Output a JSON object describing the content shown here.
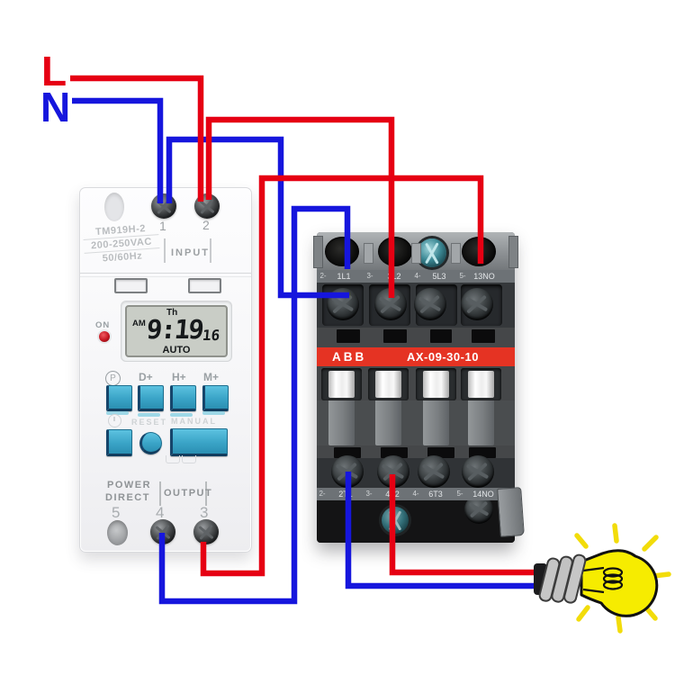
{
  "legend": {
    "live": "L",
    "neutral": "N"
  },
  "colors": {
    "wire_live": "#e60013",
    "wire_neutral": "#1616dd",
    "abb_red": "#e53323",
    "button_cyan": "#3aa4c7",
    "led_red": "#c41520",
    "bulb_yellow": "#f6ec00",
    "ray_yellow": "#f2dc0a"
  },
  "timer": {
    "model": "TM919H-2",
    "voltage": "200-250VAC",
    "frequency": "50/60Hz",
    "input_label": "INPUT",
    "input_terminals": [
      "1",
      "2"
    ],
    "led_label": "ON",
    "lcd": {
      "day": "Th",
      "meridiem": "AM",
      "time": "9:19",
      "seconds": "16",
      "mode": "AUTO"
    },
    "buttons": {
      "program": "P",
      "day_plus": "D+",
      "hour_plus": "H+",
      "minute_plus": "M+",
      "reset": "RESET",
      "manual": "MANUAL"
    },
    "bottom_labels": {
      "power": "POWER",
      "direct": "DIRECT",
      "output": "OUTPUT"
    },
    "output_terminals": [
      "5",
      "4",
      "3"
    ]
  },
  "contactor": {
    "brand": "ABB",
    "model": "AX-09-30-10",
    "top_terminals": [
      {
        "pin": "2-",
        "label": "1L1"
      },
      {
        "pin": "3-",
        "label": "3L2"
      },
      {
        "pin": "4-",
        "label": "5L3"
      },
      {
        "pin": "5-",
        "label": "13NO"
      }
    ],
    "bottom_terminals": [
      {
        "pin": "2-",
        "label": "2T1"
      },
      {
        "pin": "3-",
        "label": "4T2"
      },
      {
        "pin": "4-",
        "label": "6T3"
      },
      {
        "pin": "5-",
        "label": "14NO"
      }
    ]
  },
  "load": {
    "icon": "light-bulb-icon"
  }
}
